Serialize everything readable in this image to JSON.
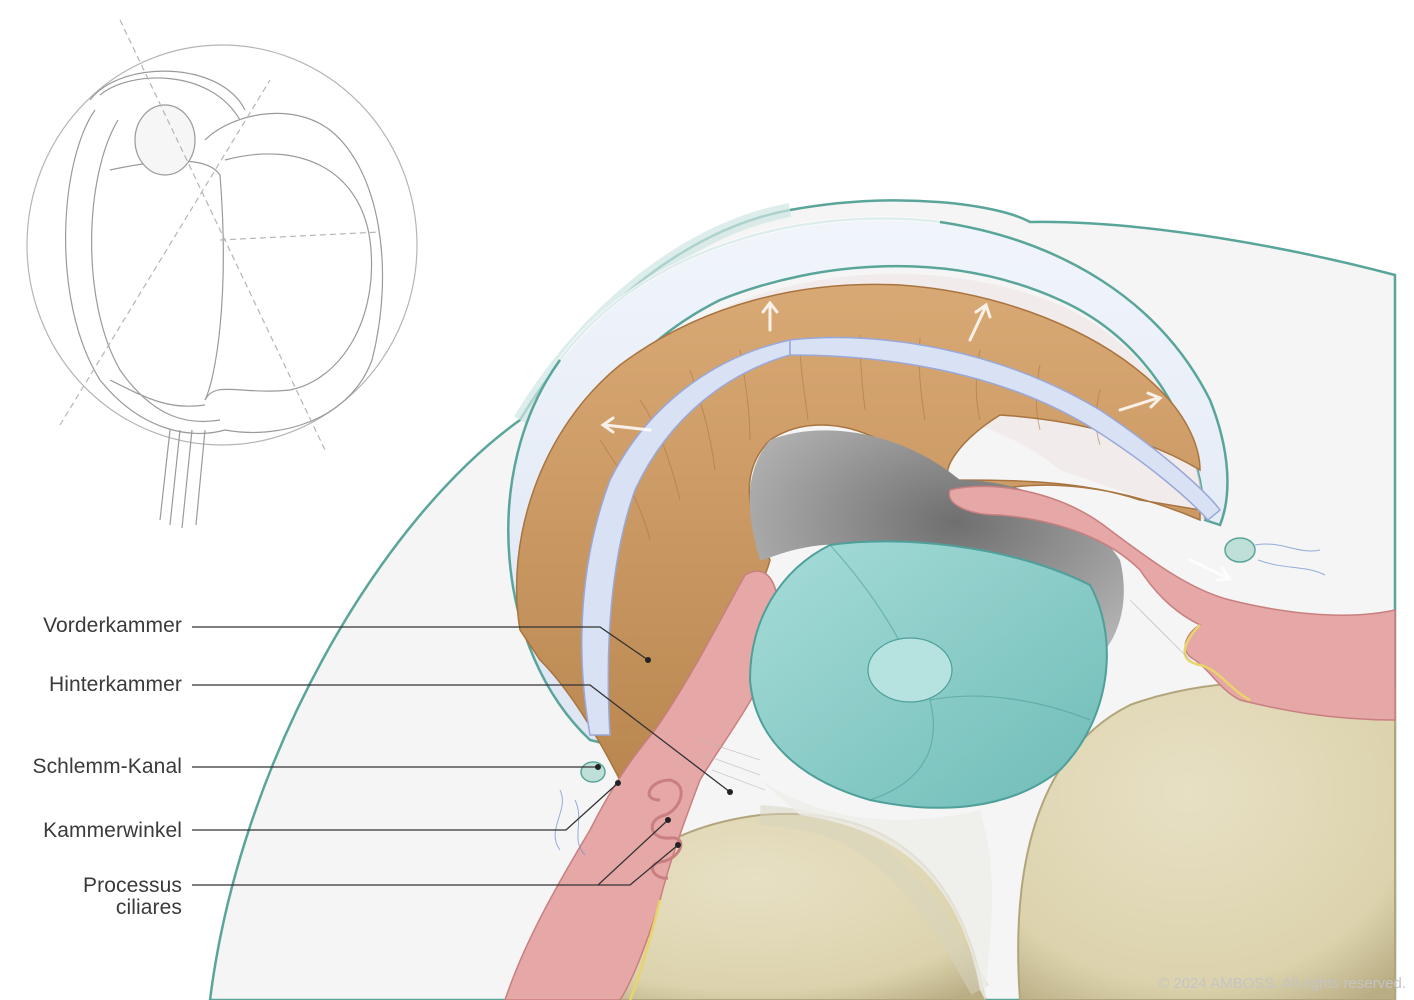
{
  "labels": {
    "vorderkammer": "Vorderkammer",
    "hinterkammer": "Hinterkammer",
    "schlemm_kanal": "Schlemm-Kanal",
    "kammerwinkel": "Kammerwinkel",
    "processus_ciliares": "Processus\nciliares"
  },
  "copyright": "© 2024 AMBOSS. All rights reserved.",
  "colors": {
    "cornea": "#dfe8f6",
    "sclera_outline": "#5aa59a",
    "iris": "#c9965f",
    "ciliary_body": "#e6a7a7",
    "lens": "#8fcfcb",
    "vitreous": "#e3dcbf",
    "leader_line": "#333333"
  }
}
